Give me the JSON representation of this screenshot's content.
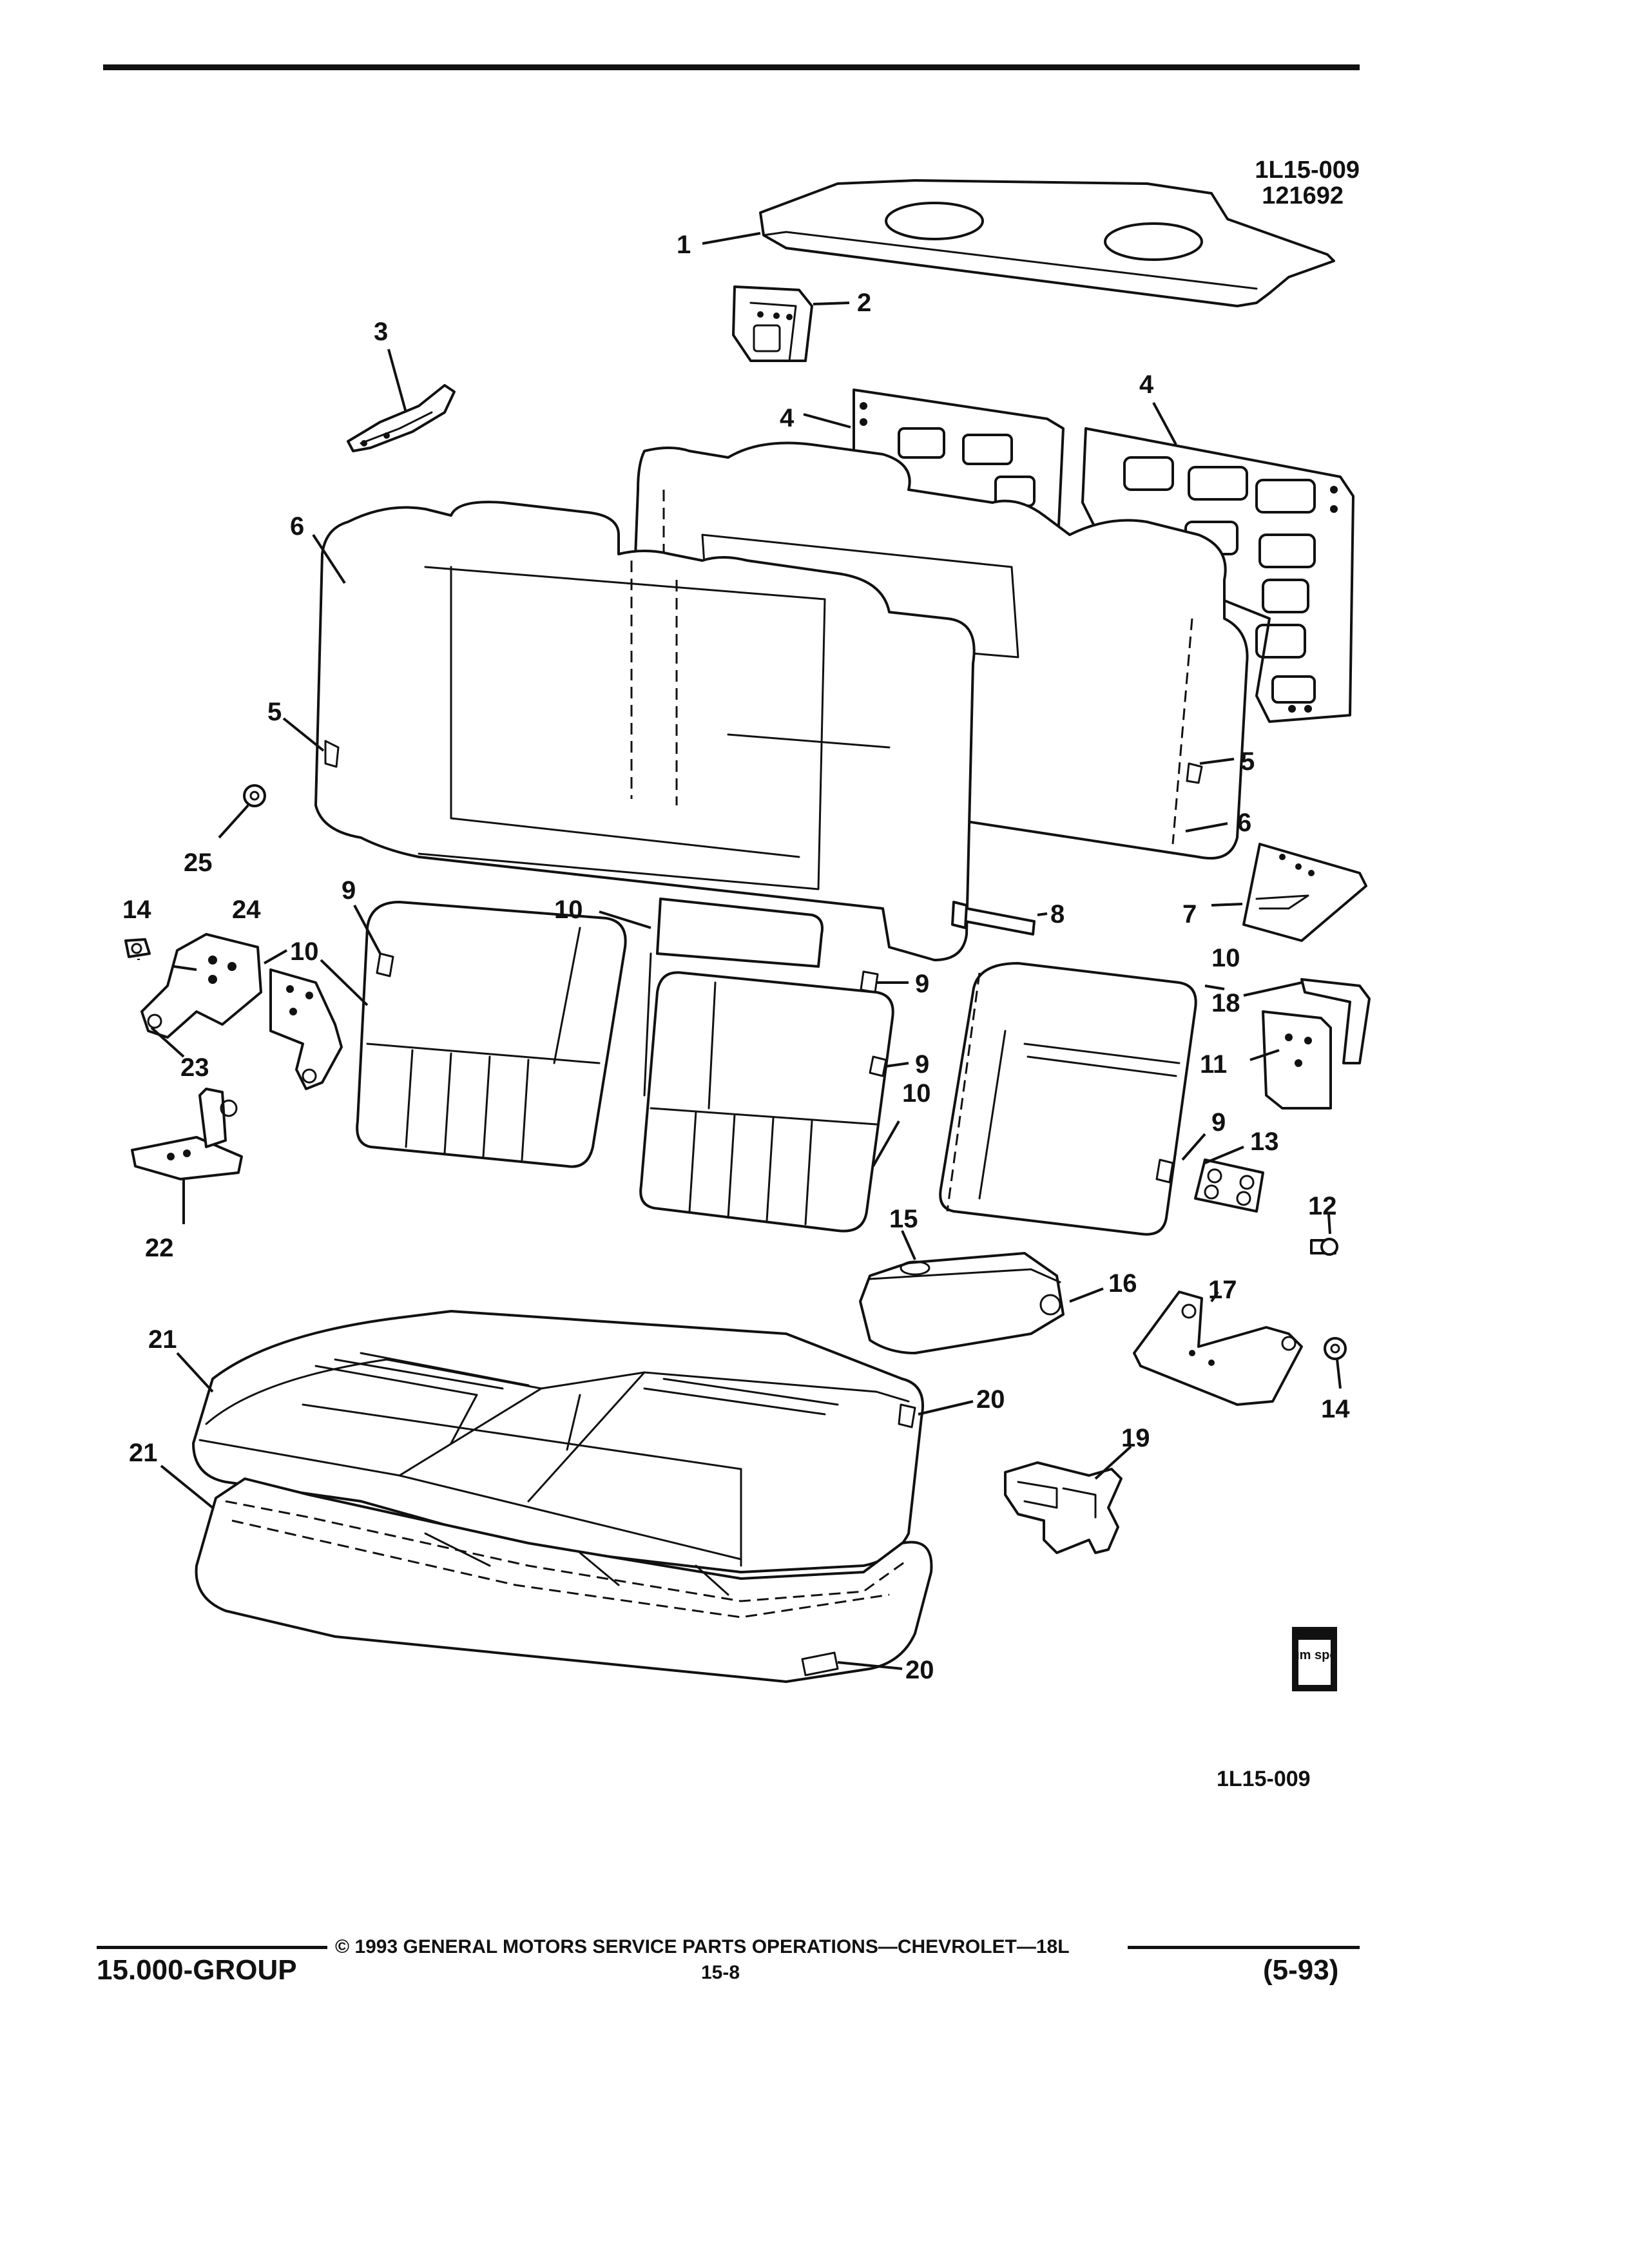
{
  "header": {
    "figure_number": "1L15-009",
    "figure_code": "121692"
  },
  "diagram": {
    "figure_label": "1L15-009",
    "callouts": [
      {
        "id": "c1",
        "label": "1"
      },
      {
        "id": "c2",
        "label": "2"
      },
      {
        "id": "c3",
        "label": "3"
      },
      {
        "id": "c4a",
        "label": "4"
      },
      {
        "id": "c4b",
        "label": "4"
      },
      {
        "id": "c5a",
        "label": "5"
      },
      {
        "id": "c5b",
        "label": "5"
      },
      {
        "id": "c6a",
        "label": "6"
      },
      {
        "id": "c6b",
        "label": "6"
      },
      {
        "id": "c7",
        "label": "7"
      },
      {
        "id": "c8",
        "label": "8"
      },
      {
        "id": "c9a",
        "label": "9"
      },
      {
        "id": "c9b",
        "label": "9"
      },
      {
        "id": "c9c",
        "label": "9"
      },
      {
        "id": "c9d",
        "label": "9"
      },
      {
        "id": "c10a",
        "label": "10"
      },
      {
        "id": "c10b",
        "label": "10"
      },
      {
        "id": "c10c",
        "label": "10"
      },
      {
        "id": "c10d",
        "label": "10"
      },
      {
        "id": "c11",
        "label": "11"
      },
      {
        "id": "c12",
        "label": "12"
      },
      {
        "id": "c13",
        "label": "13"
      },
      {
        "id": "c14a",
        "label": "14"
      },
      {
        "id": "c14b",
        "label": "14"
      },
      {
        "id": "c15",
        "label": "15"
      },
      {
        "id": "c16",
        "label": "16"
      },
      {
        "id": "c17",
        "label": "17"
      },
      {
        "id": "c18",
        "label": "18"
      },
      {
        "id": "c19",
        "label": "19"
      },
      {
        "id": "c20a",
        "label": "20"
      },
      {
        "id": "c20b",
        "label": "20"
      },
      {
        "id": "c21a",
        "label": "21"
      },
      {
        "id": "c21b",
        "label": "21"
      },
      {
        "id": "c22",
        "label": "22"
      },
      {
        "id": "c23",
        "label": "23"
      },
      {
        "id": "c24",
        "label": "24"
      },
      {
        "id": "c25",
        "label": "25"
      }
    ],
    "logo_text": "gm spo"
  },
  "footer": {
    "copyright": "© 1993 GENERAL MOTORS SERVICE PARTS OPERATIONS—CHEVROLET—18L",
    "group": "15.000-GROUP",
    "page": "15-8",
    "date_code": "(5-93)"
  }
}
